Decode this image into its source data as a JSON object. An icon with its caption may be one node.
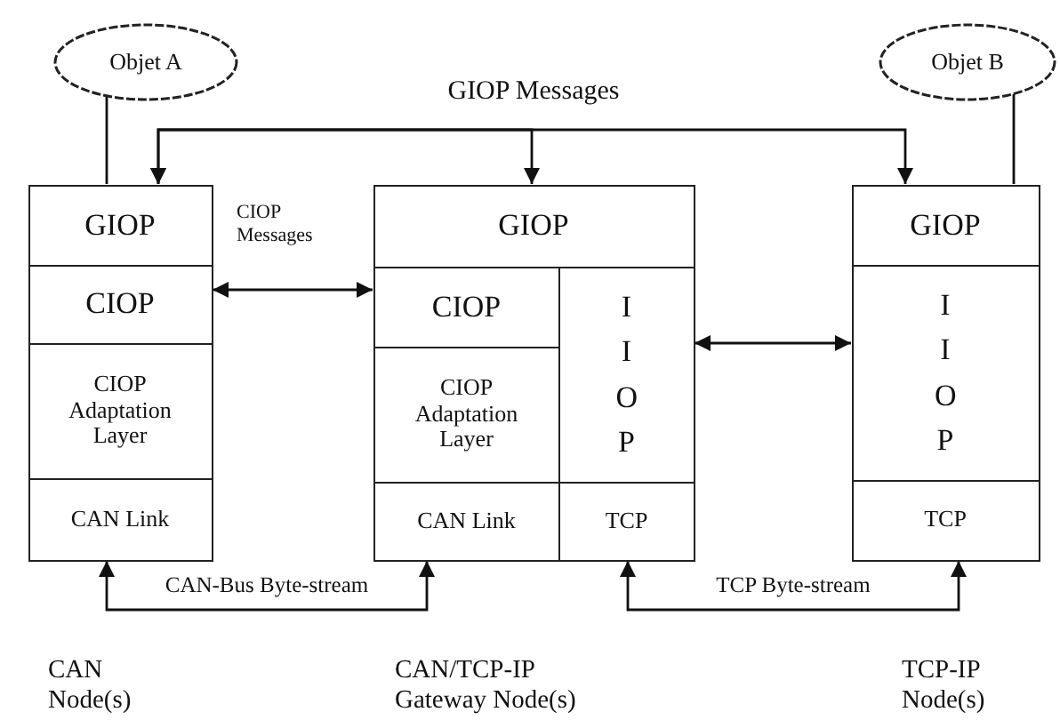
{
  "diagram": {
    "nodes": [
      {
        "text": [
          "Objet A"
        ]
      },
      {
        "text": [
          "Objet B"
        ]
      },
      {
        "text": [],
        "shape": "box"
      },
      {
        "text": [
          "GIOP"
        ],
        "in": 2
      },
      {
        "text": [
          "CIOP"
        ],
        "in": 2
      },
      {
        "text": [
          "CIOP Adaptation Layer"
        ],
        "in": 2
      },
      {
        "text": [
          "CAN Link"
        ],
        "in": 2
      },
      {
        "text": [],
        "shape": "box"
      },
      {
        "text": [
          "GIOP"
        ],
        "in": 7
      },
      {
        "text": [
          "CIOP"
        ],
        "in": 7
      },
      {
        "text": [
          "I I O P"
        ],
        "in": 7
      },
      {
        "text": [
          "CIOP Adaptation Layer"
        ],
        "in": 7
      },
      {
        "text": [
          "CAN Link"
        ],
        "in": 7
      },
      {
        "text": [
          "TCP"
        ],
        "in": 7
      },
      {
        "text": [],
        "shape": "box"
      },
      {
        "text": [
          "GIOP"
        ],
        "in": 14
      },
      {
        "text": [
          "I I O P"
        ],
        "in": 14
      },
      {
        "text": [
          "TCP"
        ],
        "in": 14
      }
    ],
    "edges": [
      {
        "from": 0,
        "to": 3,
        "arrow": "none"
      },
      {
        "from": 1,
        "to": 15,
        "arrow": "none"
      },
      {
        "from": 3,
        "to": 15,
        "arrow": "both",
        "label": "GIOP Messages"
      },
      {
        "from": 3,
        "to": 8,
        "arrow": "both"
      },
      {
        "from": 4,
        "to": 9,
        "arrow": "both",
        "label": "CIOP Messages"
      },
      {
        "from": 10,
        "to": 16,
        "arrow": "both"
      },
      {
        "from": 6,
        "to": 12,
        "arrow": "both",
        "label": "CAN-Bus Byte-stream"
      },
      {
        "from": 13,
        "to": 17,
        "arrow": "both",
        "label": "TCP Byte-stream"
      }
    ],
    "labels": [
      "CAN Node(s)",
      "CAN/TCP-IP Gateway Node(s)",
      "TCP-IP Node(s)"
    ]
  }
}
